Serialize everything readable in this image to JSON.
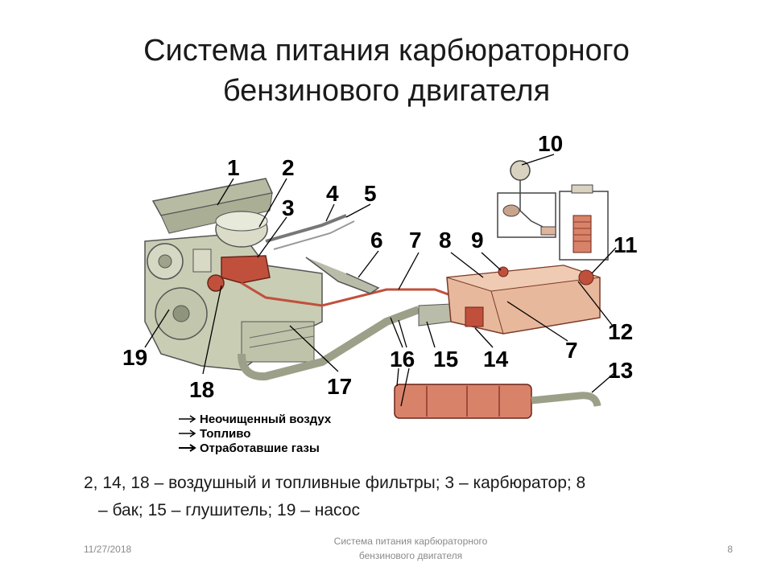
{
  "title": {
    "line1": "Система питания карбюраторного",
    "line2": "бензинового двигателя"
  },
  "labels": {
    "n1": "1",
    "n2": "2",
    "n3": "3",
    "n4": "4",
    "n5": "5",
    "n6": "6",
    "n7a": "7",
    "n8": "8",
    "n9": "9",
    "n10": "10",
    "n11": "11",
    "n12": "12",
    "n7b": "7",
    "n13": "13",
    "n14": "14",
    "n15": "15",
    "n16": "16",
    "n17": "17",
    "n18": "18",
    "n19": "19"
  },
  "legend": {
    "air": "Неочищенный воздух",
    "fuel": "Топливо",
    "exhaust": "Отработавшие газы"
  },
  "caption": {
    "line1": "2, 14, 18 – воздушный и топливные фильтры; 3 – карбюратор; 8",
    "line2": "– бак; 15 – глушитель; 19 – насос"
  },
  "footer": {
    "date": "11/27/2018",
    "center_line1": "Система питания карбюраторного",
    "center_line2": "бензинового двигателя",
    "page": "8"
  },
  "colors": {
    "engine": "#c9cdb4",
    "engine_dark": "#8f947c",
    "fuel_parts": "#c0503c",
    "tank": "#e8b89c",
    "muffler": "#d9826a",
    "pipe": "#b9bca8"
  }
}
